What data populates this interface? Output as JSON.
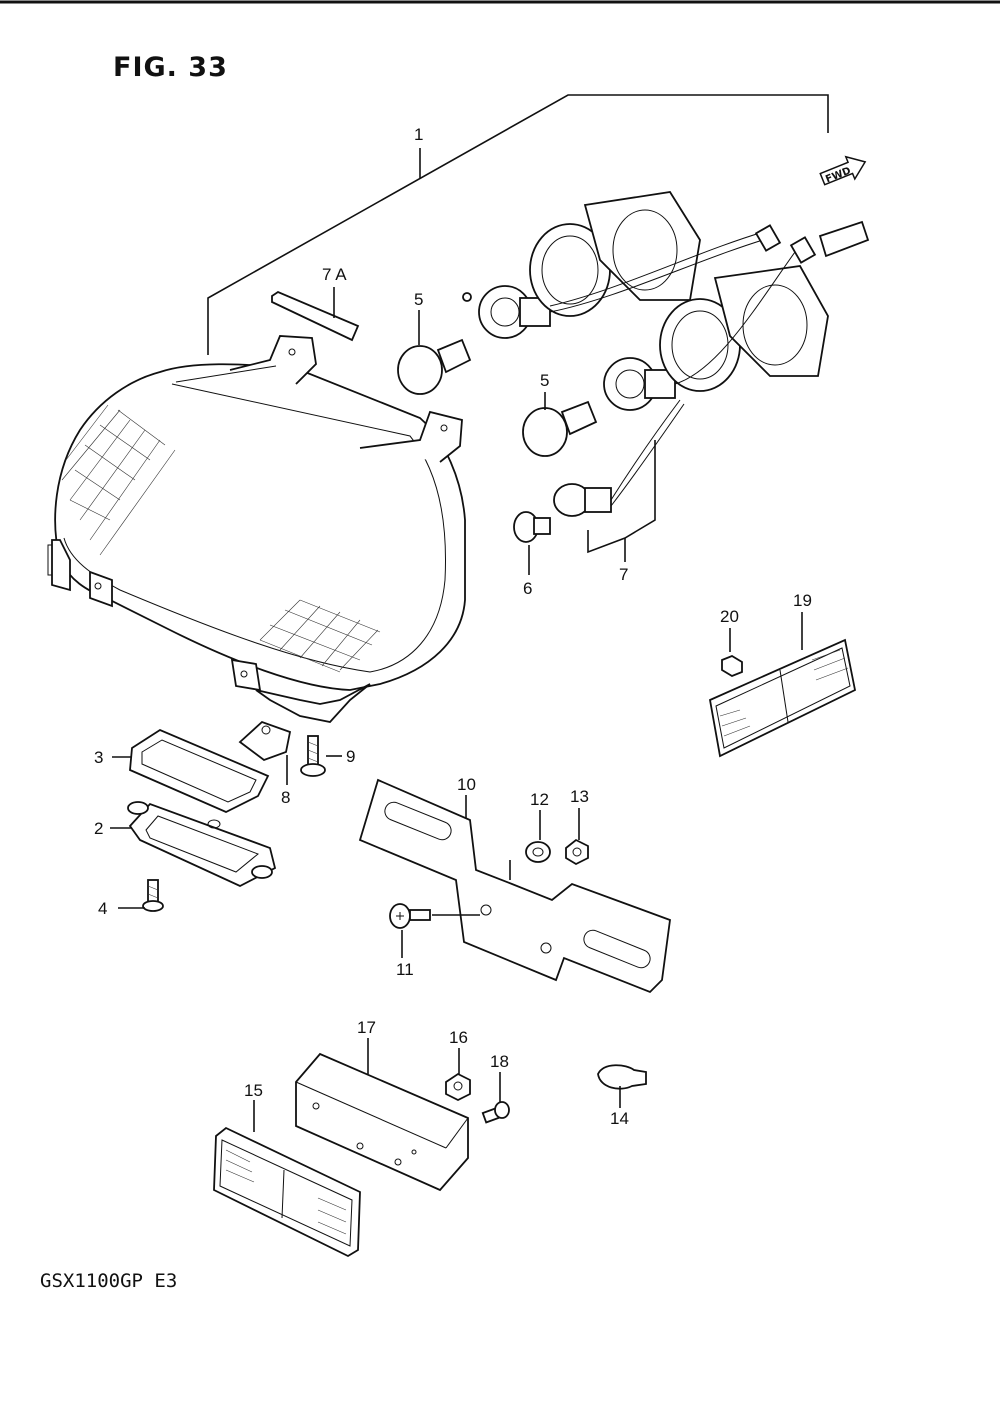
{
  "figure": {
    "title": "FIG. 33",
    "model": "GSX1100GP E3",
    "fwd_label": "FWD"
  },
  "callouts": [
    {
      "id": "c1",
      "label": "1"
    },
    {
      "id": "c7a",
      "label": "7 A"
    },
    {
      "id": "c5a",
      "label": "5"
    },
    {
      "id": "c5b",
      "label": "5"
    },
    {
      "id": "c6",
      "label": "6"
    },
    {
      "id": "c7",
      "label": "7"
    },
    {
      "id": "c20",
      "label": "20"
    },
    {
      "id": "c19",
      "label": "19"
    },
    {
      "id": "c3",
      "label": "3"
    },
    {
      "id": "c9",
      "label": "9"
    },
    {
      "id": "c8",
      "label": "8"
    },
    {
      "id": "c2",
      "label": "2"
    },
    {
      "id": "c10",
      "label": "10"
    },
    {
      "id": "c12",
      "label": "12"
    },
    {
      "id": "c13",
      "label": "13"
    },
    {
      "id": "c4",
      "label": "4"
    },
    {
      "id": "c11",
      "label": "11"
    },
    {
      "id": "c17",
      "label": "17"
    },
    {
      "id": "c16",
      "label": "16"
    },
    {
      "id": "c18",
      "label": "18"
    },
    {
      "id": "c15",
      "label": "15"
    },
    {
      "id": "c14",
      "label": "14"
    }
  ]
}
